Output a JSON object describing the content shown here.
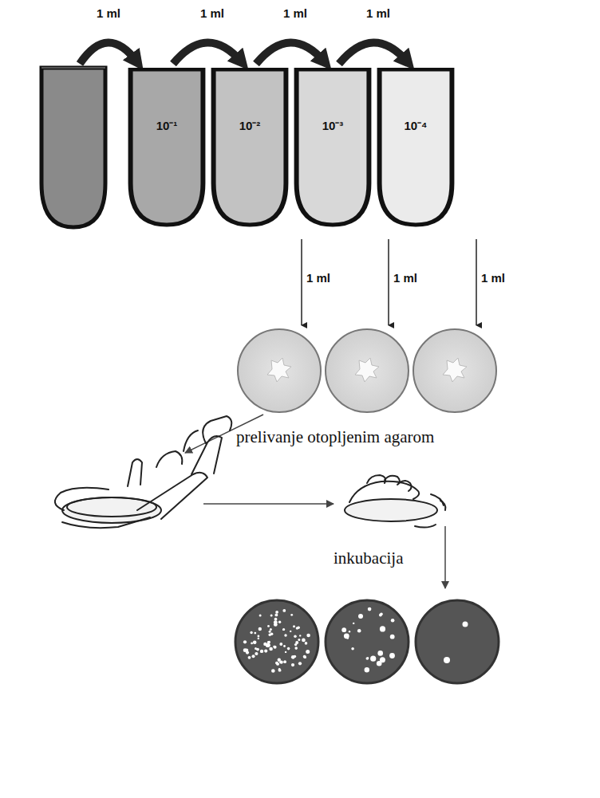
{
  "diagram": {
    "nodes": [
      {
        "text": [
          "10⁻¹"
        ]
      },
      {
        "text": [
          "10⁻²"
        ]
      },
      {
        "text": [
          "10⁻³"
        ]
      },
      {
        "text": [
          "10⁻⁴"
        ]
      }
    ],
    "edges": [
      {
        "from": 0,
        "to": 1,
        "arrow": "to",
        "label": "1 ml"
      },
      {
        "from": 1,
        "to": 2,
        "arrow": "to",
        "label": "1 ml"
      },
      {
        "from": 2,
        "to": 3,
        "arrow": "to",
        "label": "1 ml"
      }
    ],
    "labels": [
      "1 ml",
      "1 ml",
      "1 ml",
      "1 ml",
      "prelivanje otopljenim agarom",
      "inkubacija"
    ]
  }
}
